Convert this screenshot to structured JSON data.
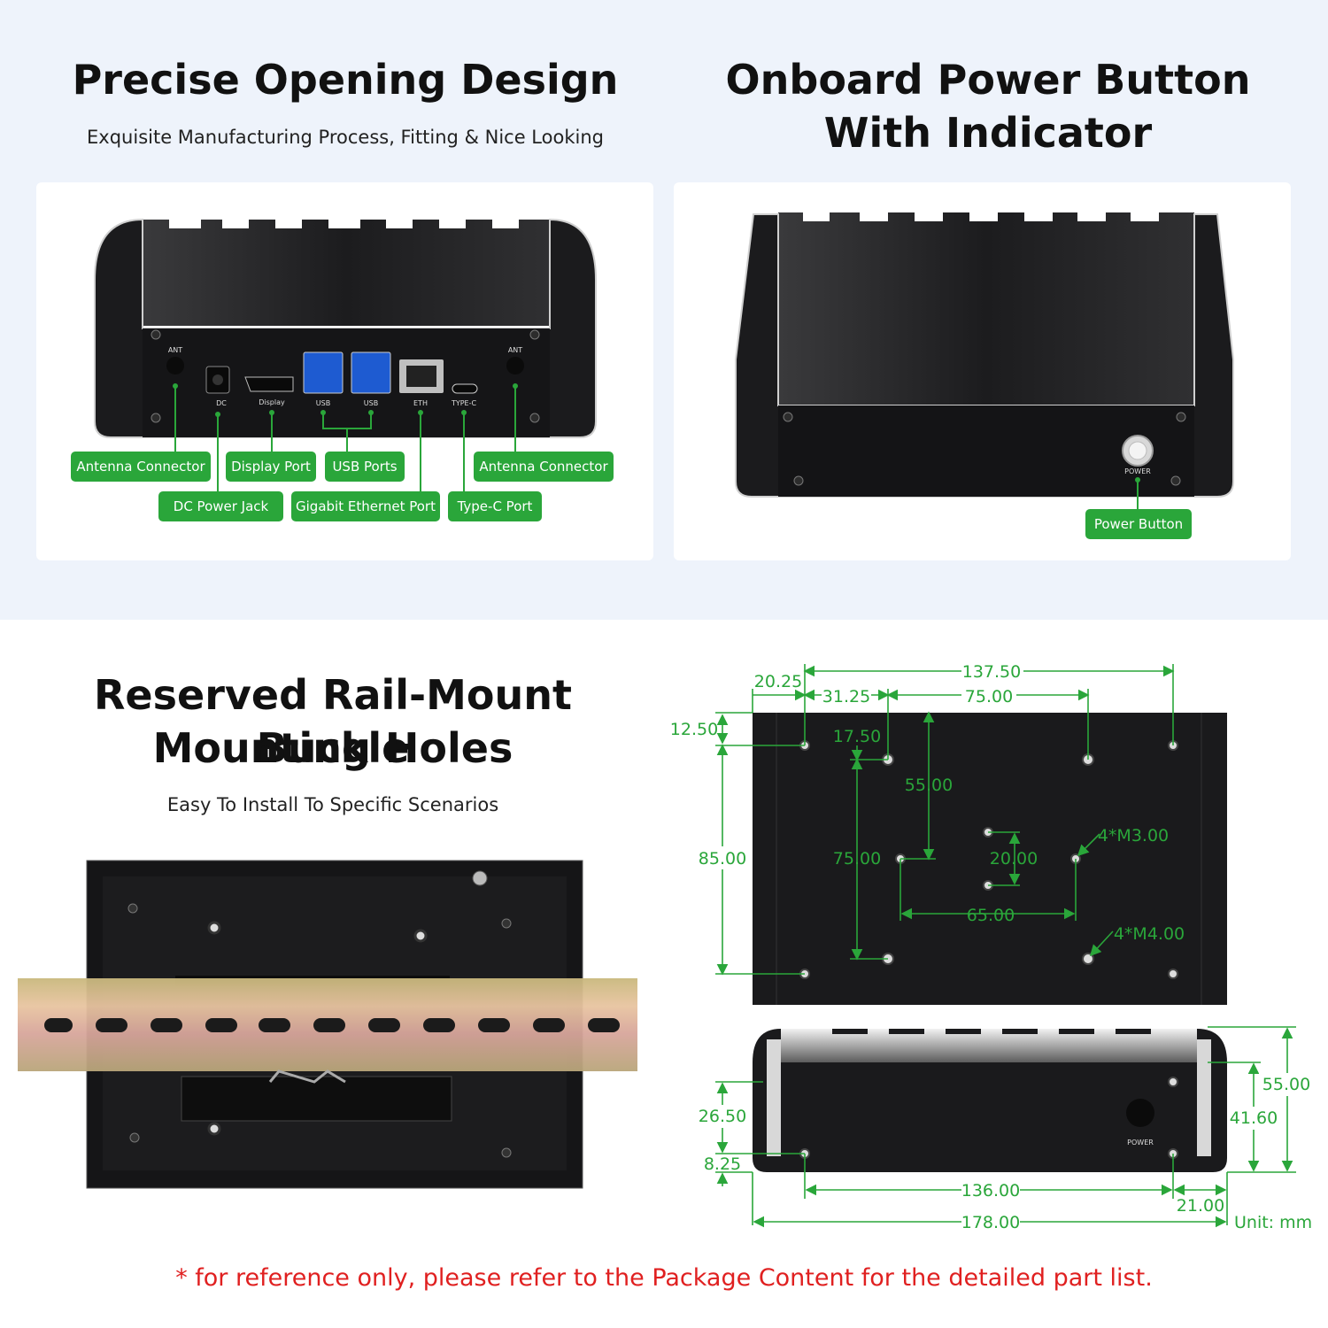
{
  "sections": {
    "opening": {
      "title": "Precise Opening Design",
      "subtitle": "Exquisite Manufacturing Process, Fitting & Nice Looking",
      "port_marks": {
        "ant_left": "ANT",
        "ant_right": "ANT",
        "dc": "DC",
        "display": "Display",
        "usb1": "USB",
        "usb2": "USB",
        "eth": "ETH",
        "typec": "TYPE-C"
      },
      "labels": {
        "antenna_left": "Antenna Connector",
        "display_port": "Display Port",
        "usb_ports": "USB Ports",
        "antenna_right": "Antenna Connector",
        "dc_jack": "DC Power Jack",
        "ethernet": "Gigabit Ethernet Port",
        "typec": "Type-C Port"
      }
    },
    "power": {
      "title_line1": "Onboard Power Button",
      "title_line2": "With Indicator",
      "button_mark": "POWER",
      "label": "Power Button"
    },
    "rail": {
      "title_line1": "Reserved Rail-Mount Buckle",
      "title_line2": "Mounting Holes",
      "subtitle": "Easy To Install To Specific Scenarios"
    },
    "dimensions": {
      "top_view": {
        "d137": "137.50",
        "d20": "20.25",
        "d31": "31.25",
        "d75w": "75.00",
        "d12": "12.50",
        "d17": "17.50",
        "d55": "55.00",
        "d85": "85.00",
        "d75h": "75.00",
        "d20h": "20.00",
        "m3": "4*M3.00",
        "d65": "65.00",
        "m4": "4*M4.00"
      },
      "front_view": {
        "d26": "26.50",
        "d8": "8.25",
        "d136": "136.00",
        "d21": "21.00",
        "d178": "178.00",
        "d55h": "55.00",
        "d41": "41.60",
        "power_mark": "POWER"
      },
      "unit": "Unit: mm"
    }
  },
  "footnote": "* for reference only, please refer to the Package Content for the detailed part list.",
  "colors": {
    "accent_green": "#2aa63a",
    "note_red": "#e02020",
    "band": "#eef3fb",
    "device": "#1b1b1d"
  }
}
